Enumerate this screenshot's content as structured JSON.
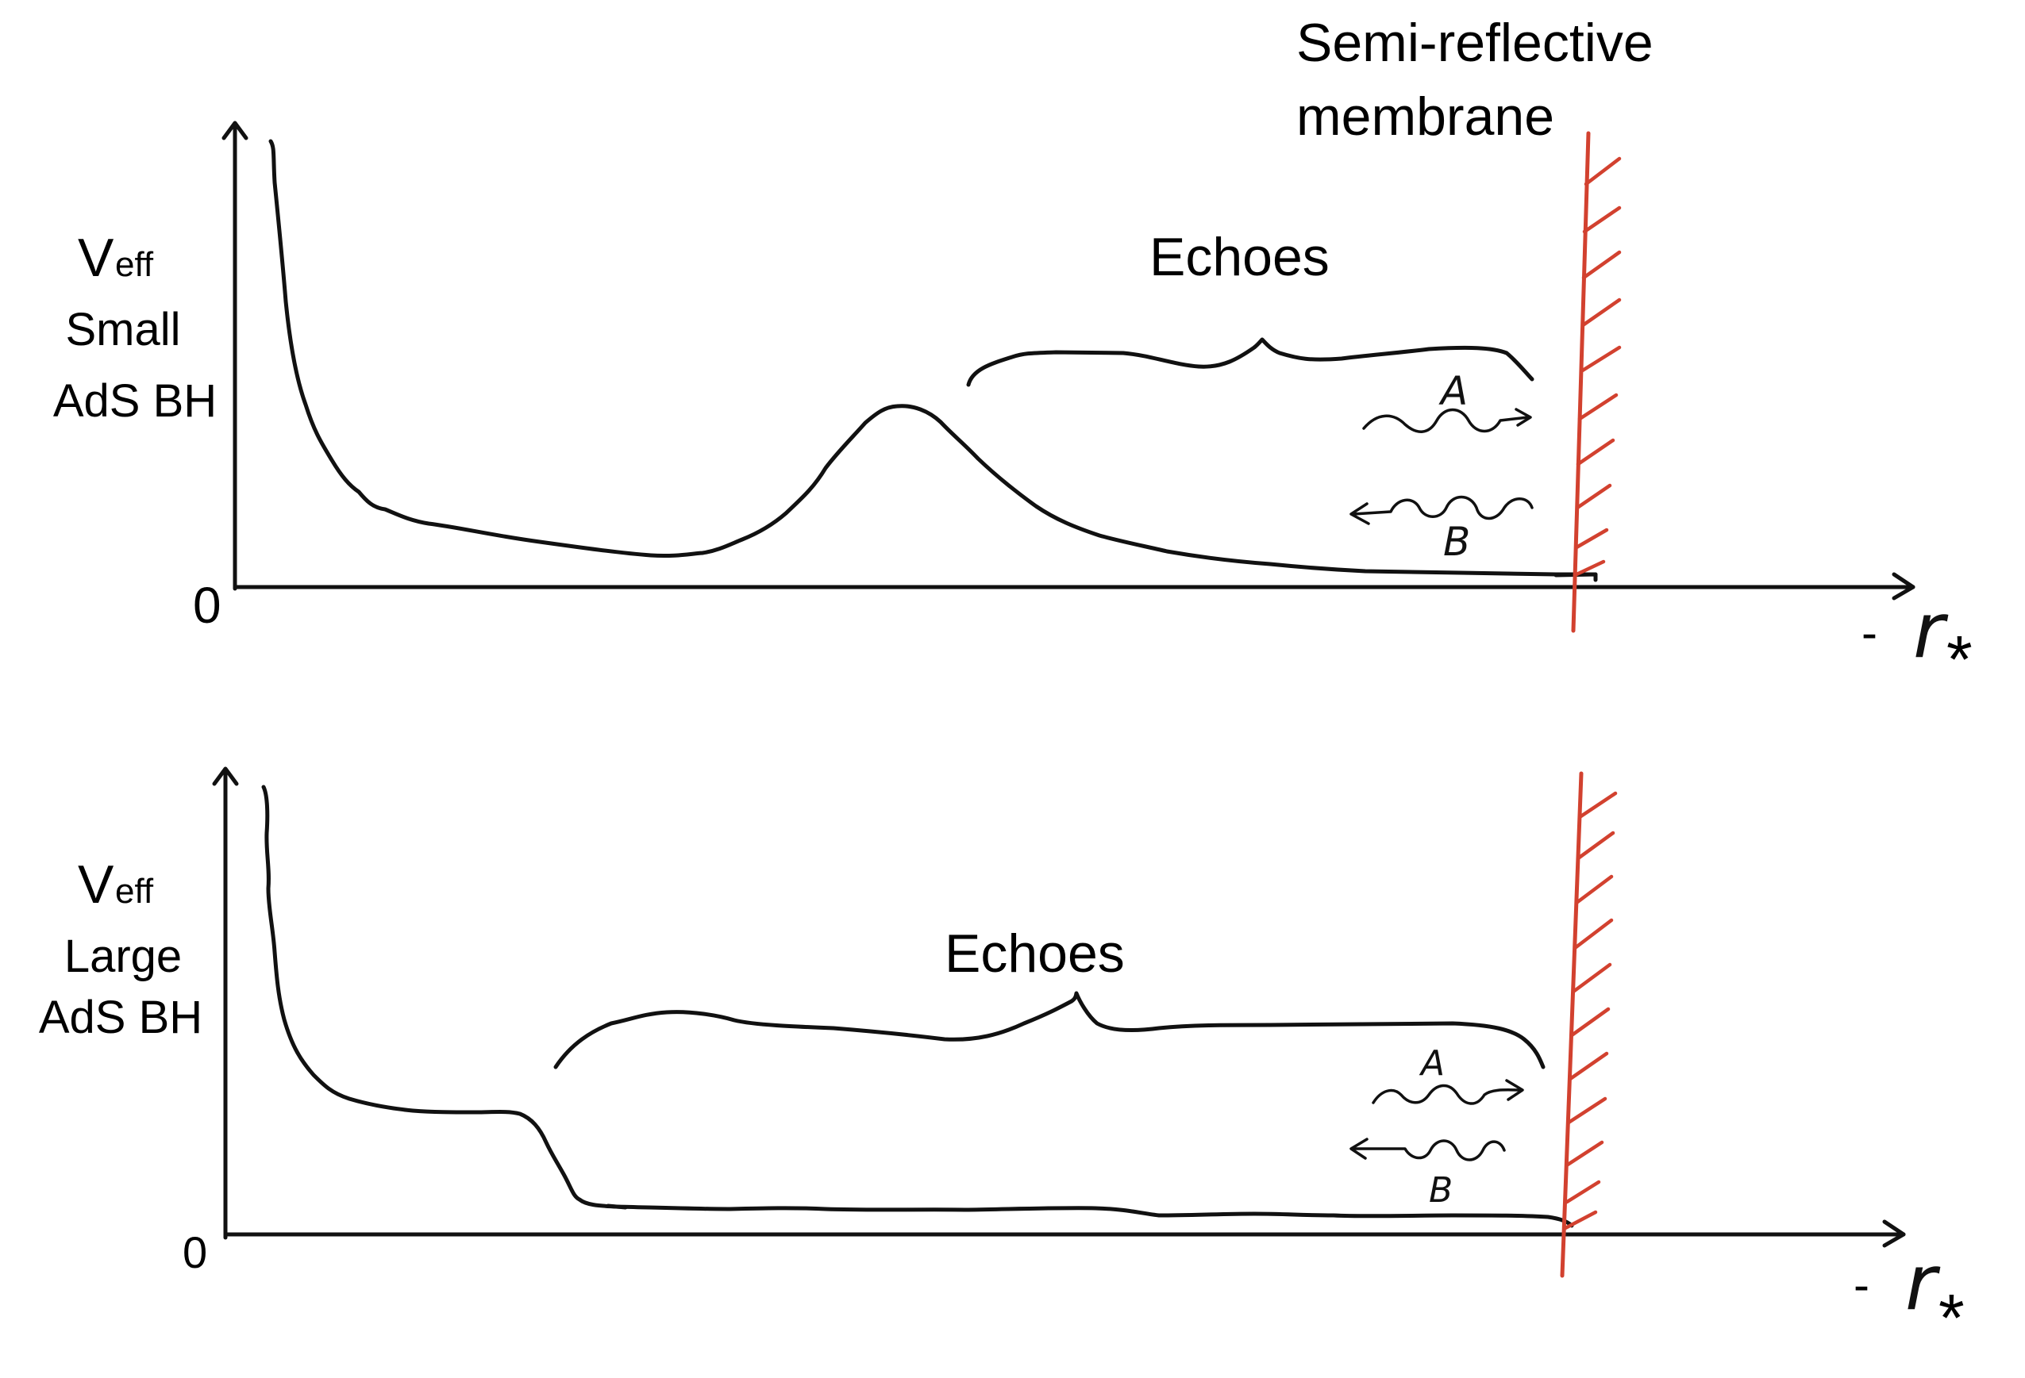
{
  "membrane_label": [
    "Semi-reflective",
    "membrane"
  ],
  "panels": [
    {
      "id": "small",
      "y_label_main": "V",
      "y_label_sub": "eff",
      "description": [
        "Small",
        "AdS BH"
      ],
      "origin_label": "0",
      "x_label_prefix": "-",
      "x_label_main": "r",
      "x_label_sub": "*",
      "echoes_label": "Echoes",
      "wave_a_label": "A",
      "wave_b_label": "B"
    },
    {
      "id": "large",
      "y_label_main": "V",
      "y_label_sub": "eff",
      "description": [
        "Large",
        "AdS BH"
      ],
      "origin_label": "0",
      "x_label_prefix": "-",
      "x_label_main": "r",
      "x_label_sub": "*",
      "echoes_label": "Echoes",
      "wave_a_label": "A",
      "wave_b_label": "B"
    }
  ],
  "colors": {
    "ink": "#111111",
    "membrane": "#d2412f",
    "background": "#ffffff"
  }
}
